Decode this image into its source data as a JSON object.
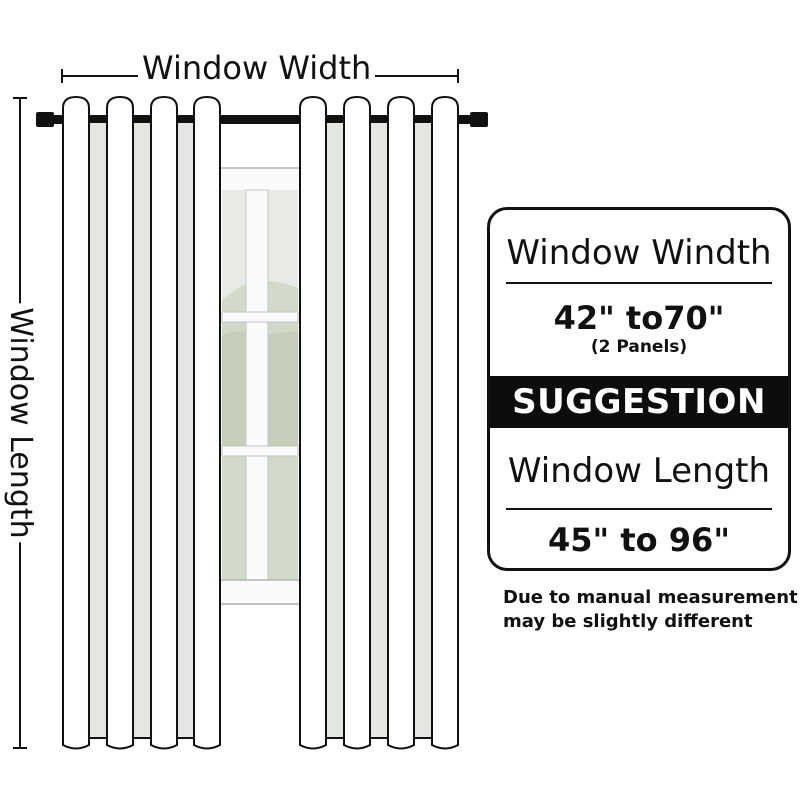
{
  "dimensions": {
    "width_label": "Window Width",
    "length_label": "Window Length"
  },
  "spec_box": {
    "width_title": "Window Windth",
    "width_value": "42\" to70\"",
    "width_note": "(2 Panels)",
    "suggestion_label": "SUGGESTION",
    "length_title": "Window Length",
    "length_value": "45\" to 96\""
  },
  "disclaimer": {
    "line1": "Due to manual measurement",
    "line2": "may be slightly different"
  },
  "colors": {
    "ink": "#111111",
    "curtain": "#ffffff",
    "curtain_shadow": "#e4e6e2",
    "window_frame": "#fafafa",
    "window_glass": "#dfe3dc",
    "landscape": "#c9d3bd"
  }
}
